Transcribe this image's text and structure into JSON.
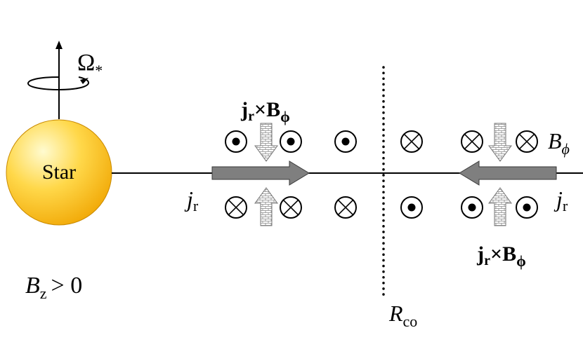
{
  "labels": {
    "omega": "Ω",
    "omega_sub": "*",
    "star": "Star",
    "force_top": {
      "j": "j",
      "j_sub": "r",
      "times": "×",
      "b": "B",
      "b_sub": "ϕ"
    },
    "force_bottom": {
      "j": "j",
      "j_sub": "r",
      "times": "×",
      "b": "B",
      "b_sub": "ϕ"
    },
    "b_phi": {
      "b": "B",
      "sub": "ϕ"
    },
    "jr_left": {
      "j": "j",
      "sub": "r"
    },
    "jr_right": {
      "j": "j",
      "sub": "r"
    },
    "bz": {
      "b": "B",
      "sub": "z",
      "relation": "> 0"
    },
    "rco": {
      "r": "R",
      "sub": "co"
    }
  },
  "symbols": {
    "top_row": [
      "dot",
      "dot",
      "dot",
      "cross",
      "cross",
      "cross"
    ],
    "bottom_row": [
      "cross",
      "cross",
      "cross",
      "dot",
      "dot",
      "dot"
    ]
  },
  "colors": {
    "star_light": "#fff176",
    "star_dark": "#f4a800",
    "arrow_fill": "#7f7f7f",
    "line": "#000000"
  }
}
